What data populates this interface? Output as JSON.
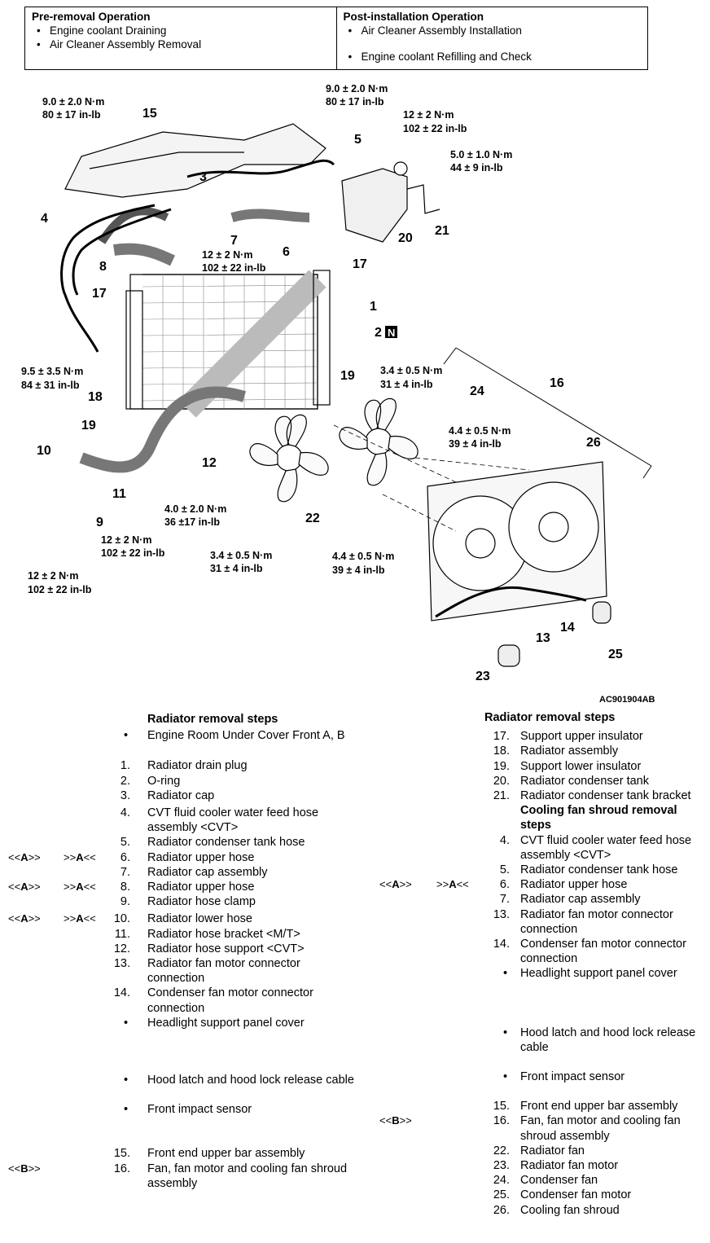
{
  "pre_removal": {
    "title": "Pre-removal Operation",
    "items": [
      "Engine coolant Draining",
      "Air Cleaner Assembly Removal"
    ]
  },
  "post_installation": {
    "title": "Post-installation Operation",
    "items": [
      "Air Cleaner Assembly Installation",
      "Engine coolant Refilling and Check"
    ]
  },
  "diagram": {
    "code": "AC901904AB",
    "torques": {
      "t1a": "9.0 ± 2.0 N·m",
      "t1b": "80 ± 17 in-lb",
      "t2a": "9.0 ± 2.0 N·m",
      "t2b": "80 ± 17 in-lb",
      "t3a": "12 ± 2 N·m",
      "t3b": "102 ± 22 in-lb",
      "t4a": "5.0 ± 1.0 N·m",
      "t4b": "44 ± 9 in-lb",
      "t5a": "12 ± 2 N·m",
      "t5b": "102 ± 22 in-lb",
      "t6a": "9.5 ± 3.5 N·m",
      "t6b": "84 ± 31 in-lb",
      "t7a": "3.4 ± 0.5 N·m",
      "t7b": "31 ± 4 in-lb",
      "t8a": "4.4 ± 0.5 N·m",
      "t8b": "39 ± 4 in-lb",
      "t9a": "4.0 ± 2.0 N·m",
      "t9b": "36 ±17 in-lb",
      "t10a": "12 ± 2 N·m",
      "t10b": "102 ± 22 in-lb",
      "t11a": "12 ± 2 N·m",
      "t11b": "102 ± 22 in-lb",
      "t12a": "3.4 ± 0.5 N·m",
      "t12b": "31 ± 4 in-lb",
      "t13a": "4.4 ± 0.5 N·m",
      "t13b": "39 ± 4 in-lb"
    },
    "callouts": {
      "c15": "15",
      "c5": "5",
      "c3": "3",
      "c4": "4",
      "c7": "7",
      "c6": "6",
      "c8": "8",
      "c20": "20",
      "c21": "21",
      "c17a": "17",
      "c17b": "17",
      "c1": "1",
      "c2": "2",
      "c2badge": "N",
      "c19a": "19",
      "c18": "18",
      "c16": "16",
      "c24": "24",
      "c26": "26",
      "c19b": "19",
      "c10": "10",
      "c12": "12",
      "c11": "11",
      "c9": "9",
      "c22": "22",
      "c14": "14",
      "c13": "13",
      "c25": "25",
      "c23": "23"
    }
  },
  "left_steps": {
    "title": "Radiator removal steps",
    "rows": [
      {
        "bullet": "•",
        "text": "Engine Room Under Cover Front A, B"
      },
      {
        "num": "1.",
        "text": "Radiator drain plug"
      },
      {
        "num": "2.",
        "text": "O-ring"
      },
      {
        "num": "3.",
        "text": "Radiator cap"
      },
      {
        "num": "4.",
        "text": "CVT fluid cooler water feed hose assembly <CVT>"
      },
      {
        "num": "5.",
        "text": "Radiator condenser tank hose"
      },
      {
        "ref_a": "A",
        "ref_b": "A",
        "num": "6.",
        "text": "Radiator upper hose"
      },
      {
        "num": "7.",
        "text": "Radiator cap assembly"
      },
      {
        "ref_a": "A",
        "ref_b": "A",
        "num": "8.",
        "text": "Radiator upper hose"
      },
      {
        "num": "9.",
        "text": "Radiator hose clamp"
      },
      {
        "ref_a": "A",
        "ref_b": "A",
        "num": "10.",
        "text": "Radiator lower hose"
      },
      {
        "num": "11.",
        "text": "Radiator hose bracket <M/T>"
      },
      {
        "num": "12.",
        "text": "Radiator hose support <CVT>"
      },
      {
        "num": "13.",
        "text": "Radiator fan motor connector connection"
      },
      {
        "num": "14.",
        "text": "Condenser fan motor connector connection"
      },
      {
        "bullet": "•",
        "text": "Headlight support panel cover"
      },
      {
        "bullet": "•",
        "text": "Hood latch and hood lock release cable"
      },
      {
        "bullet": "•",
        "text": "Front impact sensor"
      },
      {
        "num": "15.",
        "text": "Front end upper bar assembly"
      },
      {
        "ref_a": "B",
        "num": "16.",
        "text": "Fan, fan motor and cooling fan shroud assembly"
      }
    ]
  },
  "right_steps": {
    "title": "Radiator removal steps",
    "rows": [
      {
        "num": "17.",
        "text": "Support upper insulator"
      },
      {
        "num": "18.",
        "text": "Radiator assembly"
      },
      {
        "num": "19.",
        "text": "Support lower insulator"
      },
      {
        "num": "20.",
        "text": "Radiator condenser tank"
      },
      {
        "num": "21.",
        "text": "Radiator condenser tank bracket"
      },
      {
        "subtitle": "Cooling fan shroud removal steps"
      },
      {
        "num": "4.",
        "text": "CVT fluid cooler water feed hose assembly <CVT>"
      },
      {
        "num": "5.",
        "text": "Radiator condenser tank hose"
      },
      {
        "ref_a": "A",
        "ref_b": "A",
        "num": "6.",
        "text": "Radiator upper hose"
      },
      {
        "num": "7.",
        "text": "Radiator cap assembly"
      },
      {
        "num": "13.",
        "text": "Radiator fan motor connector connection"
      },
      {
        "num": "14.",
        "text": "Condenser fan motor connector connection"
      },
      {
        "bullet": "•",
        "text": "Headlight support panel cover"
      },
      {
        "bullet": "•",
        "text": "Hood latch and hood lock release cable"
      },
      {
        "bullet": "•",
        "text": "Front impact sensor"
      },
      {
        "num": "15.",
        "text": "Front end upper bar assembly"
      },
      {
        "ref_a": "B",
        "num": "16.",
        "text": "Fan, fan motor and cooling fan shroud assembly"
      },
      {
        "num": "22.",
        "text": "Radiator fan"
      },
      {
        "num": "23.",
        "text": "Radiator fan motor"
      },
      {
        "num": "24.",
        "text": "Condenser fan"
      },
      {
        "num": "25.",
        "text": "Condenser fan motor"
      },
      {
        "num": "26.",
        "text": "Cooling fan shroud"
      }
    ]
  }
}
